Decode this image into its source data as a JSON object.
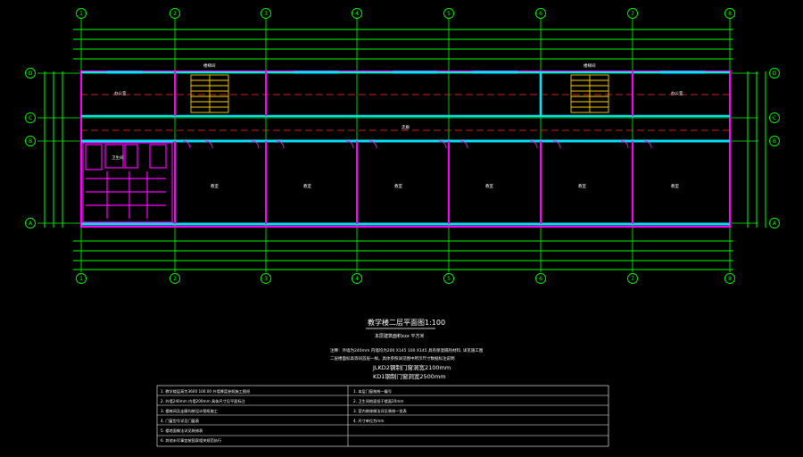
{
  "drawing": {
    "title": "教学楼二层平面图1:100",
    "subtitle": "本层建筑面积xxx  平方米",
    "grid_columns": [
      "1",
      "2",
      "3",
      "4",
      "5",
      "6",
      "7",
      "8"
    ],
    "grid_rows": [
      "D",
      "C",
      "B",
      "A"
    ],
    "notes_block": [
      "注释：外墙为240mm  内墙均为200 X145    100 X145  具有保温隔热材料, 详见施工图",
      "二层楼面标高等同首层一样。具体参照详见图中所示尺寸数据标注说明",
      "JLKD2钢制门窗洞宽2100mm",
      "KD1钢制门窗洞宽2500mm"
    ],
    "notes_table": {
      "left": [
        "1. 教学楼层高为3600  100.00  外墙厚度参照施工图纸",
        "2. 外墙240mm 内墙200mm 具体尺寸见平面标注",
        "3. 楼梯间及走廊均按设计图纸施工",
        "4. 门窗型号详见门窗表",
        "5. 楼地面做法详见装修表",
        "6. 其他未尽事宜按国家相关规范执行"
      ],
      "right": [
        "1. 本层门窗按统一编号",
        "2. 卫生间地面低于楼面20mm",
        "3. 室内装修做法详见装修一览表",
        "4. 尺寸单位为mm"
      ]
    },
    "room_labels": [
      "教室",
      "教室",
      "教室",
      "教室",
      "教室",
      "教室",
      "卫生间",
      "楼梯间",
      "楼梯间",
      "办公室",
      "办公室",
      "走廊"
    ],
    "colors": {
      "background": "#000000",
      "grid_lines": "#00ff00",
      "axis_dash": "#ff3030",
      "walls_main": "#ff00ff",
      "walls_secondary": "#00e5ff",
      "stairs": "#ffd000",
      "text": "#ffffff"
    }
  }
}
